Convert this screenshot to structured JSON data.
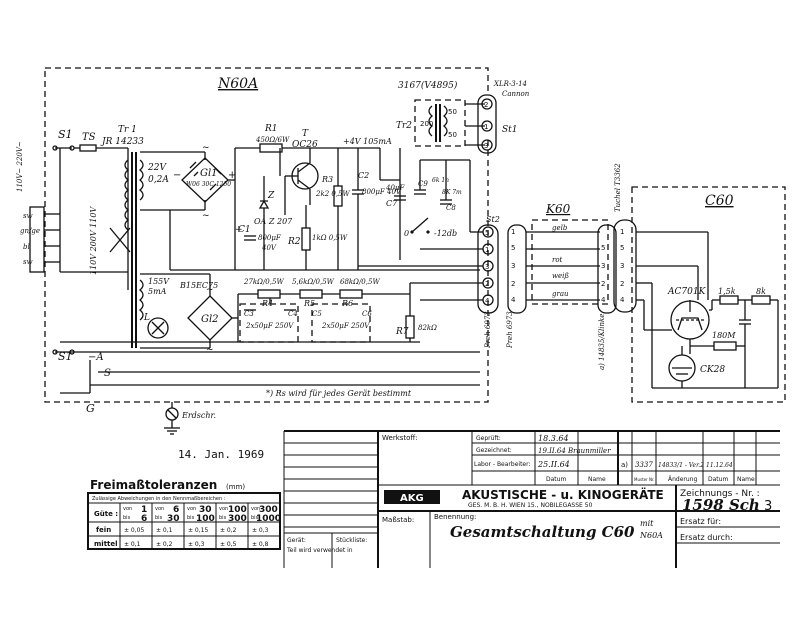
{
  "sheet": {
    "title_n60a": "N60A",
    "title_c60": "C60",
    "title_k60": "K60"
  },
  "labels": {
    "s1_top": "S1",
    "ts": "TS",
    "tr1": "Tr 1",
    "tr1_part": "JR 14233",
    "voltage_in": "110V~\n220V~",
    "taps": "110V 200V 110V",
    "sec_22v": "22V",
    "sec_02a": "0,2A",
    "gl1": "Gl1",
    "gl1_part": "W06 30C 1250",
    "r1": "R1",
    "r1_val": "450Ω/6W",
    "t": "T",
    "t_part": "OC26",
    "z": "Z",
    "z_part": "OA Z 207",
    "c1": "C1",
    "c1_val": "800μF",
    "c1_volt": "40V",
    "r2": "R2",
    "r2_val": "1kΩ 0,5W",
    "r3": "R3",
    "r3_val": "2k2 0,5W",
    "c2": "C2",
    "c2_val": "800μF 40V",
    "supply": "+4V 105mA",
    "tr2_part": "3167(V4895)",
    "tr2": "Tr2",
    "xlr": "XLR-3-14 Cannon",
    "st1": "St1",
    "st2": "St2",
    "ohm50_a": "50",
    "ohm50_b": "50",
    "ohm200": "200",
    "c7": "C7",
    "c7_val": "40μF",
    "c8": "C8",
    "c8_val": "8K 7m",
    "c9": "C9",
    "c9_val": "6k 1n",
    "minus12db": "-12db",
    "zero": "0",
    "sec_155v": "155V 5mA",
    "b15": "B15EC75",
    "gl2": "Gl2",
    "l": "L",
    "r4": "R4",
    "r4_val": "27kΩ/0,5W",
    "r5": "R5",
    "r5_val": "5,6kΩ/0,5W",
    "r6": "R6",
    "r6_val": "68kΩ/0,5W",
    "r7": "R7",
    "r7_val": "82kΩ",
    "c3": "C3",
    "c4": "C4",
    "c34_val": "2x50μF 250V",
    "c5": "C5",
    "c6": "C6",
    "c56_val": "2x50μF 250V",
    "s1_bot": "S1",
    "a": "A",
    "s": "S",
    "g": "G",
    "earth": "Erdschr.",
    "footnote": "*) Rs wird für jedes Gerät bestimmt",
    "preh1": "Preh 6973",
    "preh2": "Preh 6973",
    "tuchel": "Tuchel T3362",
    "cable": "a) 14835/Klinke",
    "gelb": "gelb",
    "rot": "rot",
    "weiss": "weiß",
    "grau": "grau",
    "ac701k": "AC701K",
    "r15k": "1,5k",
    "r8k": "8k",
    "r180m": "180M",
    "ck28": "CK28",
    "date_stamp": "14. Jan. 1969"
  },
  "tolerances": {
    "title": "Freimaßtoleranzen",
    "unit": "(mm)",
    "subtitle": "Zulässige Abweichungen in den Nennmaßbereichen :",
    "row_label": "Güte :",
    "ranges": [
      {
        "von": "von",
        "a": "1",
        "bis": "bis",
        "b": "6"
      },
      {
        "von": "von",
        "a": "6",
        "bis": "bis",
        "b": "30"
      },
      {
        "von": "von",
        "a": "30",
        "bis": "bis",
        "b": "100"
      },
      {
        "von": "von",
        "a": "100",
        "bis": "bis",
        "b": "300"
      },
      {
        "von": "von",
        "a": "300",
        "bis": "bis",
        "b": "1000"
      }
    ],
    "fein_label": "fein",
    "fein": [
      "± 0,05",
      "± 0,1",
      "± 0,15",
      "± 0,2",
      "± 0,3"
    ],
    "mittel_label": "mittel",
    "mittel": [
      "± 0,1",
      "± 0,2",
      "± 0,3",
      "± 0,5",
      "± 0,8"
    ]
  },
  "titleblock": {
    "werkstoff": "Werkstoff:",
    "geprueft": "Geprüft:",
    "geprueft_val": "18.3.64",
    "gezeichnet": "Gezeichnet:",
    "gezeichnet_val": "19.II.64 Braunmiller",
    "labor": "Labor - Bearbeiter:",
    "labor_val": "25.II.64",
    "datum": "Datum",
    "name": "Name",
    "rev_a": "a)",
    "rev_num": "3337",
    "rev_text": "14833/1 - Ver.2",
    "rev_date": "11.12.64",
    "muster": "Muster Nr.",
    "aenderung": "Änderung",
    "datum2": "Datum",
    "name2": "Name",
    "logo": "AKG",
    "company": "AKUSTISCHE - u. KINOGERÄTE",
    "company_sub": "GES. M. B. H.     WIEN 15., NOBILEGASSE 50",
    "zeichnungs": "Zeichnungs - Nr. :",
    "drawing_no": "1598 Sch",
    "drawing_rev": "3",
    "massstab": "Maßstab:",
    "benennung": "Benennung:",
    "benennung_val": "Gesamtschaltung C60",
    "mit": "mit",
    "n60a": "N60A",
    "ersatz_fuer": "Ersatz für:",
    "ersatz_durch": "Ersatz durch:",
    "geraet": "Gerät:",
    "stueckliste": "Stückliste:",
    "teil_verwendet": "Teil wird verwendet in"
  }
}
